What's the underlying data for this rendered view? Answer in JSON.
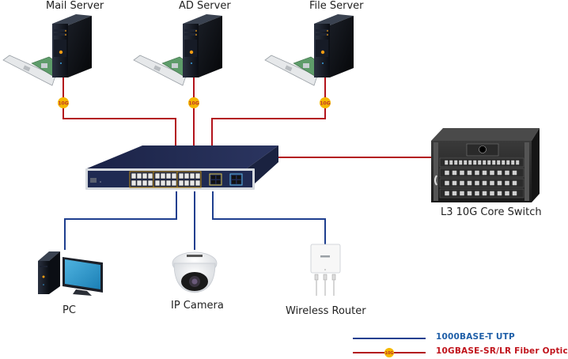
{
  "diagram": {
    "title": "",
    "nodes": {
      "mail_server": {
        "label": "Mail Server",
        "type": "server"
      },
      "ad_server": {
        "label": "AD Server",
        "type": "server"
      },
      "file_server": {
        "label": "File Server",
        "type": "server"
      },
      "poe_switch": {
        "label": "",
        "type": "managed-poe-switch"
      },
      "core_switch": {
        "label": "L3 10G Core Switch",
        "type": "chassis-switch"
      },
      "pc": {
        "label": "PC",
        "type": "desktop"
      },
      "ip_camera": {
        "label": "IP Camera",
        "type": "dome-camera"
      },
      "wireless_router": {
        "label": "Wireless Router",
        "type": "access-point"
      }
    },
    "badge_text": "10G",
    "links": [
      {
        "from": "mail_server",
        "to": "poe_switch",
        "kind": "fiber"
      },
      {
        "from": "ad_server",
        "to": "poe_switch",
        "kind": "fiber"
      },
      {
        "from": "file_server",
        "to": "poe_switch",
        "kind": "fiber"
      },
      {
        "from": "poe_switch",
        "to": "core_switch",
        "kind": "fiber"
      },
      {
        "from": "poe_switch",
        "to": "pc",
        "kind": "utp"
      },
      {
        "from": "poe_switch",
        "to": "ip_camera",
        "kind": "utp"
      },
      {
        "from": "poe_switch",
        "to": "wireless_router",
        "kind": "utp"
      }
    ],
    "legend": [
      {
        "kind": "utp",
        "label": "1000BASE-T UTP",
        "color": "#1f3f8f"
      },
      {
        "kind": "fiber",
        "label": "10GBASE-SR/LR Fiber Optic",
        "color": "#b3141c"
      }
    ],
    "colors": {
      "fiber": "#b3141c",
      "utp": "#1f3f8f",
      "badge": "#f5b800",
      "badge_text": "#c0392b",
      "switch_body": "#1e2a50"
    }
  }
}
